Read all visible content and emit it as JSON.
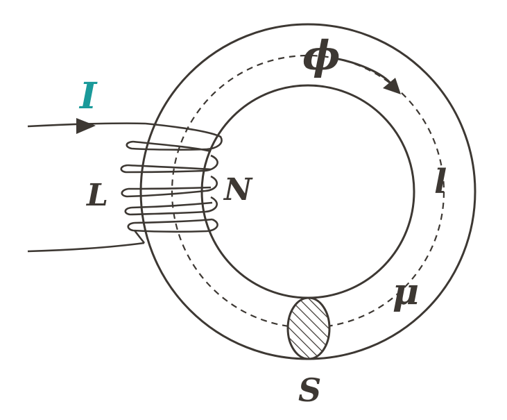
{
  "labels": {
    "current": "I",
    "inductance": "L",
    "turns": "N",
    "flux": "ϕ",
    "path_length": "l",
    "permeability": "μ",
    "area": "S"
  },
  "colors": {
    "stroke": "#3d3833",
    "current_label": "#1a9a9a",
    "background": "#ffffff"
  },
  "icons": {
    "flux_direction": "arrow-icon",
    "current_direction": "arrow-icon"
  }
}
